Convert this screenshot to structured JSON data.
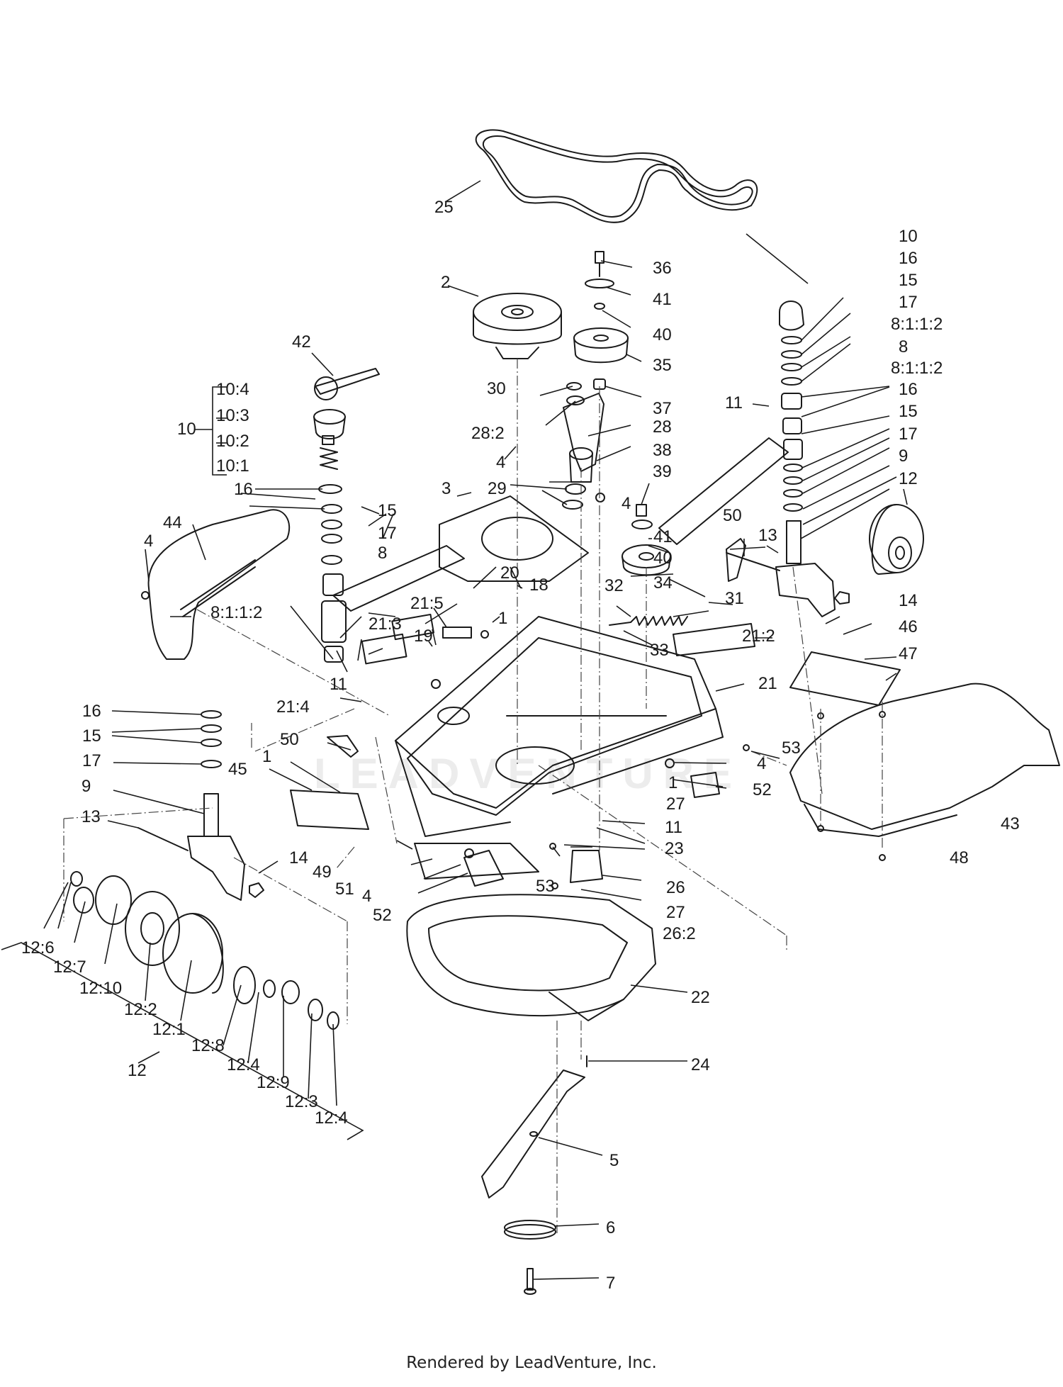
{
  "callouts": [
    {
      "id": "c25",
      "text": "25"
    },
    {
      "id": "c36",
      "text": "36"
    },
    {
      "id": "c10a",
      "text": "10"
    },
    {
      "id": "c2",
      "text": "2"
    },
    {
      "id": "c41a",
      "text": "41"
    },
    {
      "id": "c16a",
      "text": "16"
    },
    {
      "id": "c15a",
      "text": "15"
    },
    {
      "id": "c40a",
      "text": "40"
    },
    {
      "id": "c17a",
      "text": "17"
    },
    {
      "id": "c8112a",
      "text": "8:1:1:2"
    },
    {
      "id": "c42",
      "text": "42"
    },
    {
      "id": "c35",
      "text": "35"
    },
    {
      "id": "c8a",
      "text": "8"
    },
    {
      "id": "c8112b",
      "text": "8:1:1:2"
    },
    {
      "id": "c104",
      "text": "10:4"
    },
    {
      "id": "c30",
      "text": "30"
    },
    {
      "id": "c37",
      "text": "37"
    },
    {
      "id": "c11a",
      "text": "11"
    },
    {
      "id": "c16b",
      "text": "16"
    },
    {
      "id": "c103",
      "text": "10:3"
    },
    {
      "id": "c282",
      "text": "28:2"
    },
    {
      "id": "c28",
      "text": "28"
    },
    {
      "id": "c15b",
      "text": "15"
    },
    {
      "id": "c10b",
      "text": "10"
    },
    {
      "id": "c102",
      "text": "10:2"
    },
    {
      "id": "c17b",
      "text": "17"
    },
    {
      "id": "c38",
      "text": "38"
    },
    {
      "id": "c4a",
      "text": "4"
    },
    {
      "id": "c9a",
      "text": "9"
    },
    {
      "id": "c101",
      "text": "10:1"
    },
    {
      "id": "c39",
      "text": "39"
    },
    {
      "id": "c12a",
      "text": "12"
    },
    {
      "id": "c16c",
      "text": "16"
    },
    {
      "id": "c29",
      "text": "29"
    },
    {
      "id": "c3",
      "text": "3"
    },
    {
      "id": "c4b",
      "text": "4"
    },
    {
      "id": "c15c",
      "text": "15"
    },
    {
      "id": "c50a",
      "text": "50"
    },
    {
      "id": "c44",
      "text": "44"
    },
    {
      "id": "c17c",
      "text": "17"
    },
    {
      "id": "c13a",
      "text": "13"
    },
    {
      "id": "c41b",
      "text": "41"
    },
    {
      "id": "c4c",
      "text": "4"
    },
    {
      "id": "c8b",
      "text": "8"
    },
    {
      "id": "c40b",
      "text": "40"
    },
    {
      "id": "c20",
      "text": "20"
    },
    {
      "id": "c18",
      "text": "18"
    },
    {
      "id": "c34",
      "text": "34"
    },
    {
      "id": "c32",
      "text": "32"
    },
    {
      "id": "c31",
      "text": "31"
    },
    {
      "id": "c14a",
      "text": "14"
    },
    {
      "id": "c8112c",
      "text": "8:1:1:2"
    },
    {
      "id": "c215",
      "text": "21:5"
    },
    {
      "id": "c1a",
      "text": "1"
    },
    {
      "id": "c46",
      "text": "46"
    },
    {
      "id": "c213",
      "text": "21:3"
    },
    {
      "id": "c19",
      "text": "19"
    },
    {
      "id": "c212",
      "text": "21:2"
    },
    {
      "id": "c33",
      "text": "33"
    },
    {
      "id": "c47",
      "text": "47"
    },
    {
      "id": "c11b",
      "text": "11"
    },
    {
      "id": "c21",
      "text": "21"
    },
    {
      "id": "c214",
      "text": "21:4"
    },
    {
      "id": "c16d",
      "text": "16"
    },
    {
      "id": "c15d",
      "text": "15"
    },
    {
      "id": "c50b",
      "text": "50"
    },
    {
      "id": "c53a",
      "text": "53"
    },
    {
      "id": "c17d",
      "text": "17"
    },
    {
      "id": "c1b",
      "text": "1"
    },
    {
      "id": "c45",
      "text": "45"
    },
    {
      "id": "c4d",
      "text": "4"
    },
    {
      "id": "c1c",
      "text": "1"
    },
    {
      "id": "c52a",
      "text": "52"
    },
    {
      "id": "c9b",
      "text": "9"
    },
    {
      "id": "c27a",
      "text": "27"
    },
    {
      "id": "c43",
      "text": "43"
    },
    {
      "id": "c13b",
      "text": "13"
    },
    {
      "id": "c11c",
      "text": "11"
    },
    {
      "id": "c23",
      "text": "23"
    },
    {
      "id": "c14b",
      "text": "14"
    },
    {
      "id": "c48",
      "text": "48"
    },
    {
      "id": "c49",
      "text": "49"
    },
    {
      "id": "c51",
      "text": "51"
    },
    {
      "id": "c53b",
      "text": "53"
    },
    {
      "id": "c26",
      "text": "26"
    },
    {
      "id": "c4e",
      "text": "4"
    },
    {
      "id": "c52b",
      "text": "52"
    },
    {
      "id": "c27b",
      "text": "27"
    },
    {
      "id": "c262",
      "text": "26:2"
    },
    {
      "id": "c126",
      "text": "12:6"
    },
    {
      "id": "c127",
      "text": "12:7"
    },
    {
      "id": "c1210",
      "text": "12:10"
    },
    {
      "id": "c122",
      "text": "12:2"
    },
    {
      "id": "c22",
      "text": "22"
    },
    {
      "id": "c121",
      "text": "12:1"
    },
    {
      "id": "c12b",
      "text": "12"
    },
    {
      "id": "c128",
      "text": "12:8"
    },
    {
      "id": "c24",
      "text": "24"
    },
    {
      "id": "c124a",
      "text": "12:4"
    },
    {
      "id": "c129",
      "text": "12:9"
    },
    {
      "id": "c123",
      "text": "12:3"
    },
    {
      "id": "c124b",
      "text": "12:4"
    },
    {
      "id": "c5",
      "text": "5"
    },
    {
      "id": "c6",
      "text": "6"
    },
    {
      "id": "c7",
      "text": "7"
    }
  ],
  "footer": "Rendered by LeadVenture, Inc.",
  "watermark": "LEADVENTURE"
}
